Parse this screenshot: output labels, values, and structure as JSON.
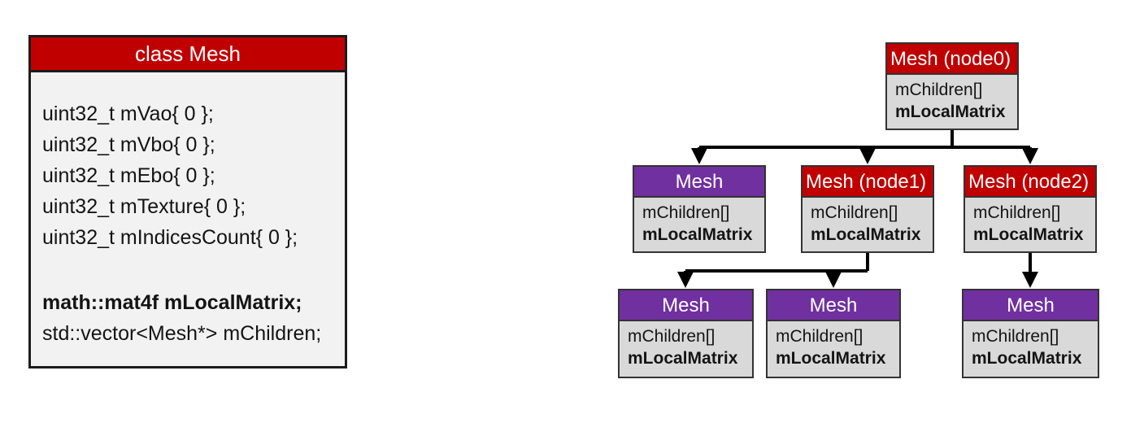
{
  "colors": {
    "red": "#c00000",
    "purple": "#7030a0",
    "class_body_bg": "#f2f2f2",
    "node_body_bg": "#d9d9d9",
    "connector": "#000000"
  },
  "class_box": {
    "title": "class Mesh",
    "fields": [
      "uint32_t mVao{ 0 };",
      "uint32_t mVbo{ 0 };",
      "uint32_t mEbo{ 0 };",
      "uint32_t mTexture{ 0 };",
      "uint32_t mIndicesCount{ 0 };",
      "math::mat4f mLocalMatrix;",
      "std::vector<Mesh*> mChildren;"
    ]
  },
  "tree": {
    "nodes": [
      {
        "title": "Mesh (node0)",
        "variant": "red",
        "fields": [
          "mChildren[]",
          "mLocalMatrix"
        ]
      },
      {
        "title": "Mesh",
        "variant": "purple",
        "fields": [
          "mChildren[]",
          "mLocalMatrix"
        ]
      },
      {
        "title": "Mesh (node1)",
        "variant": "red",
        "fields": [
          "mChildren[]",
          "mLocalMatrix"
        ]
      },
      {
        "title": "Mesh (node2)",
        "variant": "red",
        "fields": [
          "mChildren[]",
          "mLocalMatrix"
        ]
      },
      {
        "title": "Mesh",
        "variant": "purple",
        "fields": [
          "mChildren[]",
          "mLocalMatrix"
        ]
      },
      {
        "title": "Mesh",
        "variant": "purple",
        "fields": [
          "mChildren[]",
          "mLocalMatrix"
        ]
      },
      {
        "title": "Mesh",
        "variant": "purple",
        "fields": [
          "mChildren[]",
          "mLocalMatrix"
        ]
      }
    ]
  }
}
